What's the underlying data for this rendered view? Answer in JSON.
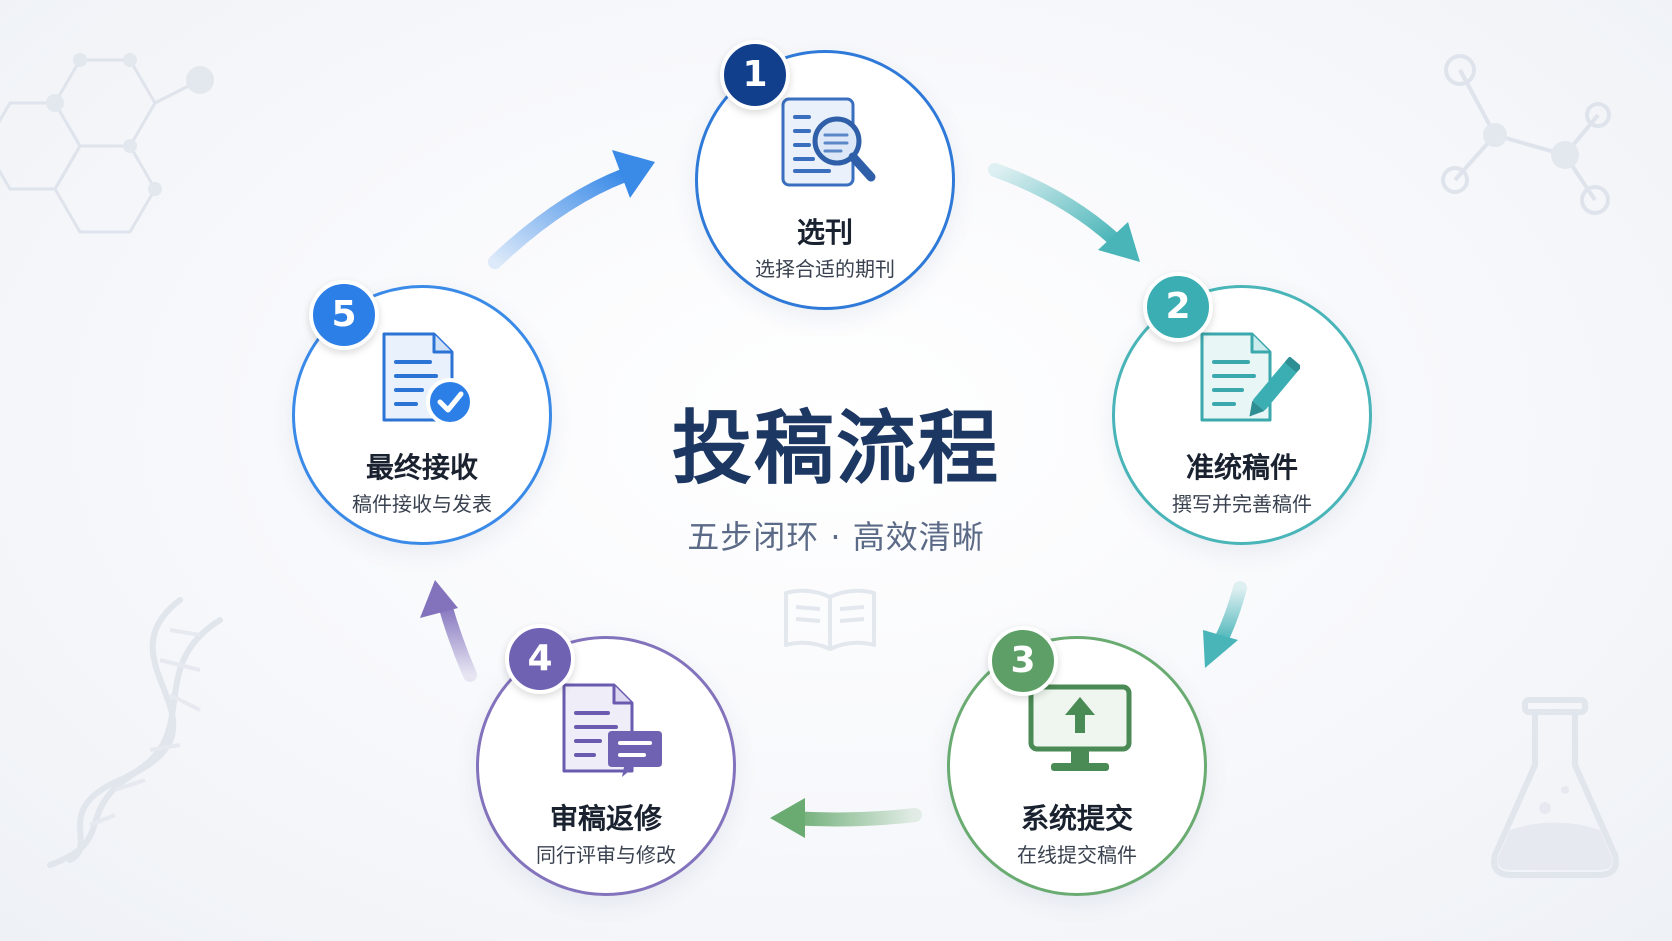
{
  "title": "投稿流程",
  "subtitle": "五步闭环 · 高效清晰",
  "steps": [
    {
      "number": "1",
      "title": "选刊",
      "desc": "选择合适的期刊",
      "color": "#2f7ad8",
      "badge_color": "#123f8c",
      "icon": "journal-search-icon"
    },
    {
      "number": "2",
      "title": "准统稿件",
      "desc": "撰写并完善稿件",
      "color": "#49b5b8",
      "badge_color": "#3aaeb2",
      "icon": "document-edit-icon"
    },
    {
      "number": "3",
      "title": "系统提交",
      "desc": "在线提交稿件",
      "color": "#6aab72",
      "badge_color": "#5d9f66",
      "icon": "monitor-upload-icon"
    },
    {
      "number": "4",
      "title": "审稿返修",
      "desc": "同行评审与修改",
      "color": "#8373bd",
      "badge_color": "#7062b3",
      "icon": "document-comment-icon"
    },
    {
      "number": "5",
      "title": "最终接收",
      "desc": "稿件接收与发表",
      "color": "#3a8ae8",
      "badge_color": "#2c7fe6",
      "icon": "document-check-icon"
    }
  ]
}
